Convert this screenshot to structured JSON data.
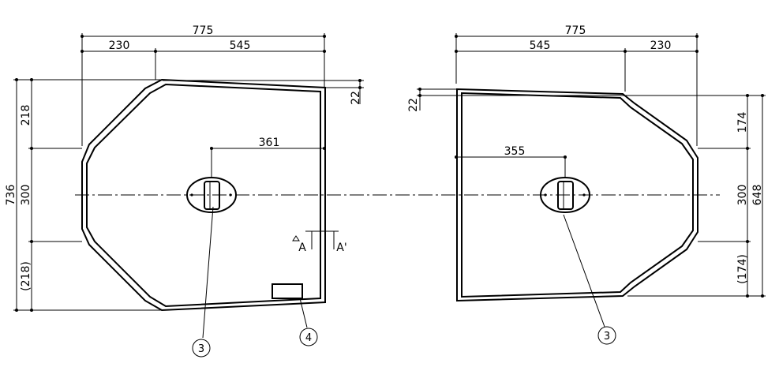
{
  "left_view": {
    "dims": {
      "overall_width": "775",
      "width_a": "230",
      "width_b": "545",
      "edge_offset": "22",
      "overall_height": "736",
      "top_segment": "218",
      "mid_segment": "300",
      "bottom_segment": "(218)",
      "drain_offset": "361"
    },
    "section": {
      "left": "A",
      "right": "A'"
    },
    "callouts": {
      "drain": "3",
      "plate": "4"
    }
  },
  "right_view": {
    "dims": {
      "overall_width": "775",
      "width_a": "545",
      "width_b": "230",
      "edge_offset": "22",
      "overall_height": "648",
      "top_segment": "174",
      "mid_segment": "300",
      "bottom_segment": "(174)",
      "drain_offset": "355"
    },
    "callouts": {
      "drain": "3"
    }
  }
}
